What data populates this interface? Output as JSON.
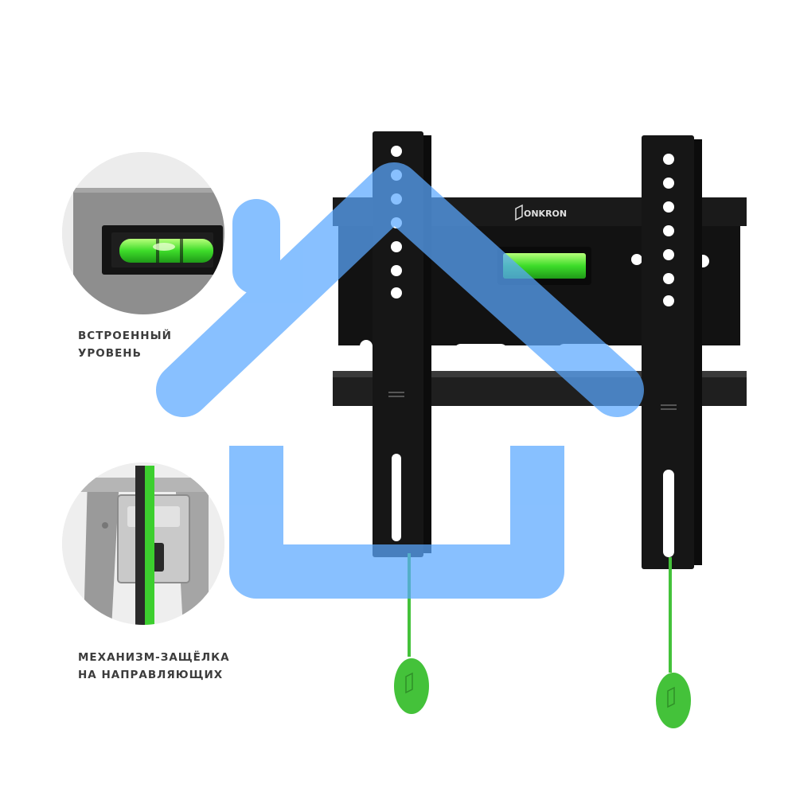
{
  "callouts": [
    {
      "line1": "ВСТРОЕННЫЙ",
      "line2": "УРОВЕНЬ"
    },
    {
      "line1": "МЕХАНИЗМ-ЗАЩЁЛКА",
      "line2": "НА НАПРАВЛЯЮЩИХ"
    }
  ],
  "brand": {
    "logo_text": "ONKRON"
  },
  "colors": {
    "mount": "#161616",
    "level_green": "#3ddc2a",
    "strap_green": "#44c23a",
    "watermark_blue": "#5aa8ff",
    "inset_bg": "#ececec"
  }
}
